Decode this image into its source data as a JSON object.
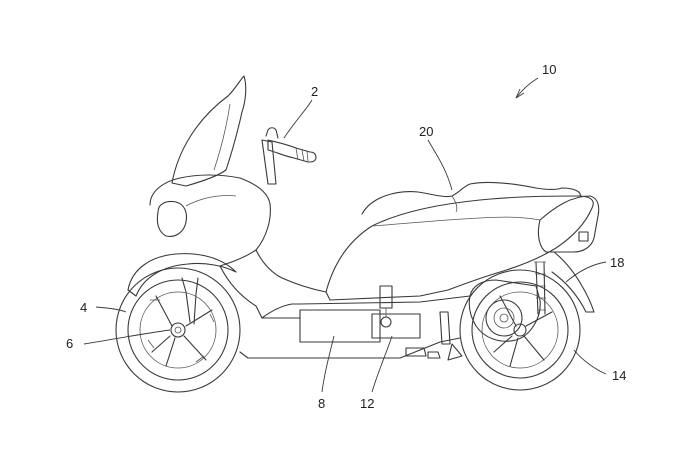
{
  "labels": {
    "ref_10": "10",
    "ref_2": "2",
    "ref_20": "20",
    "ref_18": "18",
    "ref_4": "4",
    "ref_6": "6",
    "ref_8": "8",
    "ref_12": "12",
    "ref_14": "14"
  }
}
